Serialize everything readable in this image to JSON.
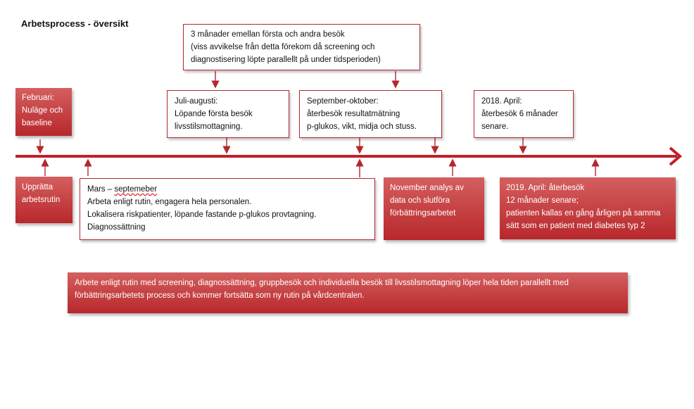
{
  "title": "Arbetsprocess - översikt",
  "boxes": {
    "februari": [
      "Februari:",
      "Nuläge och",
      "baseline"
    ],
    "upprätta": [
      "Upprätta",
      "arbetsrutin"
    ],
    "tre_manader": [
      "3 månader emellan första och andra besök",
      "(viss avvikelse från detta förekom då screening och",
      "diagnostisering löpte parallellt på under tidsperioden)"
    ],
    "juli_augusti": [
      "Juli-augusti:",
      "Löpande första besök",
      "livsstilsmottagning."
    ],
    "september_oktober": [
      "September-oktober:",
      "återbesök resultatmätning",
      "p-glukos, vikt, midja och stuss."
    ],
    "april_2018": [
      "2018. April:",
      "återbesök 6 månader",
      "senare."
    ],
    "mars_september": {
      "first_prefix": "Mars – ",
      "first_underlined": "septemeber",
      "rest": [
        "Arbeta enligt rutin, engagera hela personalen.",
        "Lokalisera riskpatienter, löpande fastande p-glukos provtagning.",
        "Diagnossättning"
      ]
    },
    "november": [
      "November analys av",
      "data och slutföra",
      "förbättringsarbetet"
    ],
    "april_2019": [
      "2019. April: återbesök",
      "12 månader senare;",
      "patienten kallas en gång årligen på samma",
      "sätt som en patient med diabetes typ 2"
    ],
    "bottom": [
      "Arbete enligt rutin med screening, diagnossättning, gruppbesök och individuella besök till livsstilsmottagning löper hela tiden parallellt med",
      "förbättringsarbetets process och kommer fortsätta som ny rutin på vårdcentralen."
    ]
  },
  "colors": {
    "accent": "#b3282d",
    "box_top": "#d45f5f",
    "box_bottom": "#b8272b"
  }
}
